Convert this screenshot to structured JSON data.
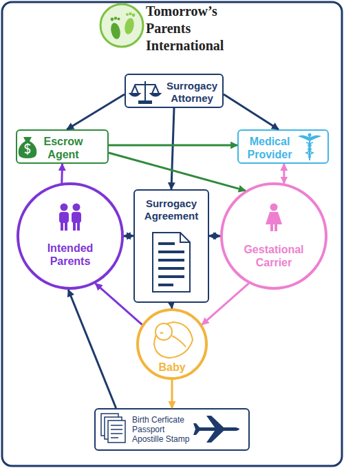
{
  "diagram": {
    "title": "Tomorrow’s Parents International",
    "nodes": [
      {
        "text": [
          "Surrogacy Attorney"
        ]
      },
      {
        "text": [
          "Escrow Agent"
        ]
      },
      {
        "text": [
          "Medical Provider"
        ]
      },
      {
        "text": [
          "Intended Parents"
        ]
      },
      {
        "text": [
          "Surrogacy Agreement"
        ]
      },
      {
        "text": [
          "Gestational Carrier"
        ]
      },
      {
        "text": [
          "Baby"
        ]
      },
      {
        "text": [
          "Birth Cerficate",
          "Passport",
          "Apostille Stamp"
        ]
      }
    ],
    "edges": [
      {
        "from": 0,
        "to": 1,
        "arrow": "to"
      },
      {
        "from": 0,
        "to": 2,
        "arrow": "to"
      },
      {
        "from": 0,
        "to": 4,
        "arrow": "to"
      },
      {
        "from": 1,
        "to": 2,
        "arrow": "to"
      },
      {
        "from": 1,
        "to": 5,
        "arrow": "to"
      },
      {
        "from": 3,
        "to": 1,
        "arrow": "to"
      },
      {
        "from": 2,
        "to": 5,
        "arrow": "both"
      },
      {
        "from": 3,
        "to": 4,
        "arrow": "both"
      },
      {
        "from": 4,
        "to": 5,
        "arrow": "both"
      },
      {
        "from": 4,
        "to": 6,
        "arrow": "to"
      },
      {
        "from": 5,
        "to": 6,
        "arrow": "to"
      },
      {
        "from": 6,
        "to": 3,
        "arrow": "to"
      },
      {
        "from": 6,
        "to": 7,
        "arrow": "to"
      },
      {
        "from": 7,
        "to": 3,
        "arrow": "to"
      }
    ]
  }
}
